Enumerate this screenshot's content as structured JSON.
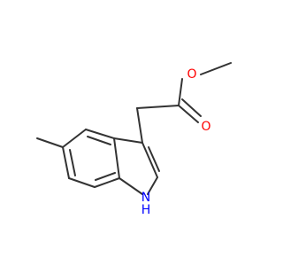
{
  "molecule": {
    "atoms": {
      "O_carbonyl": {
        "symbol": "O",
        "color": "#ff0000"
      },
      "O_ester": {
        "symbol": "O",
        "color": "#ff0000"
      },
      "N_indole": {
        "symbol": "N",
        "color": "#0000ff"
      },
      "H_indole": {
        "symbol": "H",
        "color": "#0000ff"
      }
    },
    "bond_color": "#333333"
  }
}
